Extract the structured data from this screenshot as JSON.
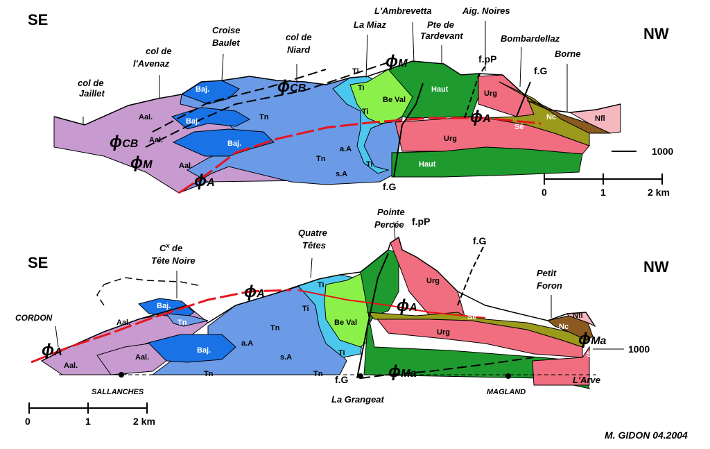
{
  "colors": {
    "Aal": "#c79ad0",
    "Baj": "#1a73e6",
    "Tn": "#6b9ae6",
    "Ti": "#4cc8ef",
    "BeVal": "#8cf04a",
    "Haut": "#1e9a2e",
    "Urg": "#f06e80",
    "Se": "#9c9a1c",
    "Nc": "#8a5a20",
    "Nfl": "#f5b8be",
    "thrust_A": "#e8141e"
  },
  "section_top": {
    "orientation_left": "SE",
    "orientation_right": "NW",
    "peaks": [
      "col de Jaillet",
      "col de l'Avenaz",
      "Croise Baulet",
      "col de Niard",
      "La Miaz",
      "L'Ambrevetta",
      "Pte de Tardevant",
      "Aig. Noires",
      "Bombardellaz",
      "Borne"
    ],
    "thrusts": [
      "CB",
      "M",
      "A",
      "CB",
      "M",
      "A"
    ],
    "faults": [
      "f.pP",
      "f.G",
      "f.G"
    ],
    "unit_labels": [
      "Baj.",
      "Baj.",
      "Baj.",
      "Aal.",
      "Aal.",
      "Aal.",
      "Tn",
      "Tn",
      "a.A",
      "s.A",
      "Ti",
      "Ti",
      "Ti",
      "Be Val",
      "Haut",
      "Haut",
      "Urg",
      "Urg",
      "Sé",
      "Nc",
      "Nfl"
    ],
    "scale": {
      "ticks": [
        "0",
        "1",
        "2 km"
      ],
      "altitude": "1000"
    }
  },
  "section_bottom": {
    "orientation_left": "SE",
    "orientation_right": "NW",
    "places": [
      "CORDON",
      "Cx de Tête Noire",
      "Quatre Têtes",
      "Pointe Percée",
      "f.pP",
      "f.G",
      "Petit Foron",
      "SALLANCHES",
      "La Grangeat",
      "MAGLAND",
      "L'Arve"
    ],
    "thrusts": [
      "A",
      "A",
      "A",
      "Ma",
      "Ma"
    ],
    "faults": [
      "f.G"
    ],
    "unit_labels": [
      "Baj.",
      "Baj.",
      "Aal.",
      "Aal.",
      "Aal.",
      "Tn",
      "Tn",
      "Tn",
      "Tn",
      "a.A",
      "s.A",
      "Ti",
      "Ti",
      "Ti",
      "Be Val",
      "Urg",
      "Urg",
      "Sé",
      "Sé",
      "Nc",
      "Nfl"
    ],
    "scale": {
      "ticks": [
        "0",
        "1",
        "2 km"
      ],
      "altitude": "1000"
    }
  },
  "credit": "M. GIDON  04.2004"
}
